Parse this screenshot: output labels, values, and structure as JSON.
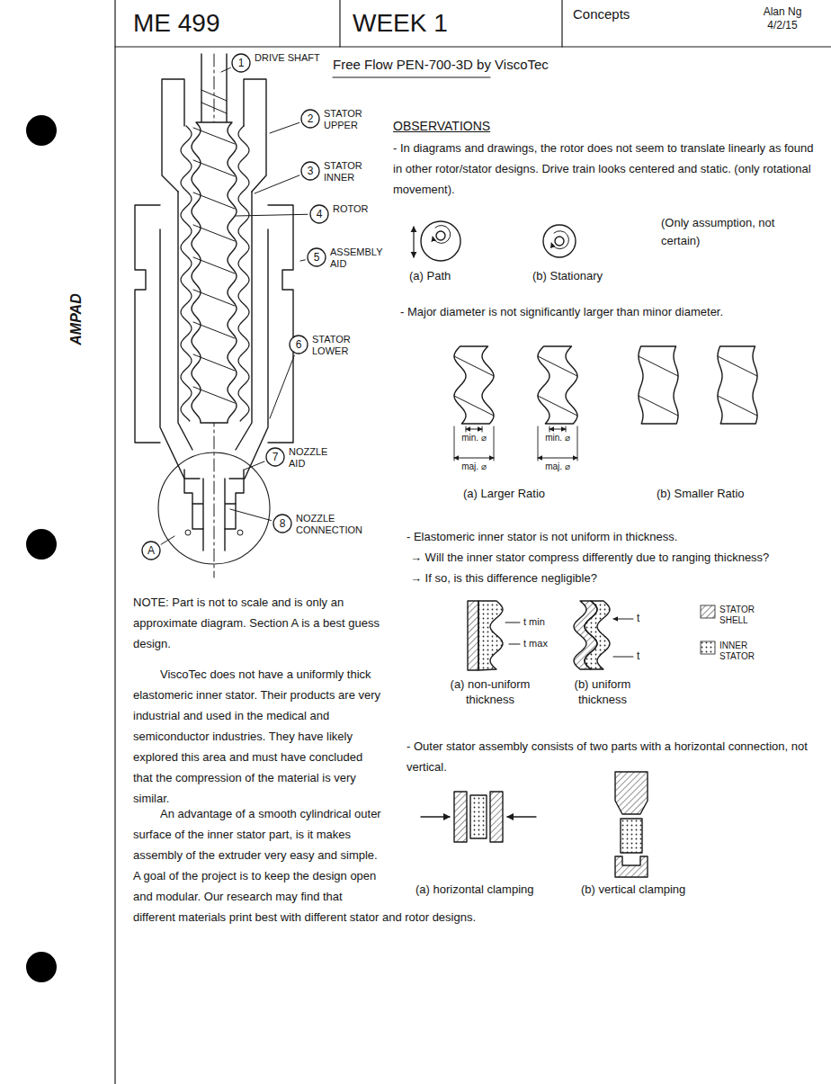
{
  "diagram": {
    "title": "Free Flow PEN-700-3D by ViscoTec",
    "nodes": [
      {
        "text": [
          "1",
          "DRIVE SHAFT"
        ]
      },
      {
        "text": [
          "2",
          "STATOR UPPER"
        ]
      },
      {
        "text": [
          "3",
          "STATOR INNER"
        ]
      },
      {
        "text": [
          "4",
          "ROTOR"
        ]
      },
      {
        "text": [
          "5",
          "ASSEMBLY AID"
        ]
      },
      {
        "text": [
          "6",
          "STATOR LOWER"
        ]
      },
      {
        "text": [
          "7",
          "NOZZLE AID"
        ]
      },
      {
        "text": [
          "8",
          "NOZZLE CONNECTION"
        ]
      },
      {
        "text": [
          "A"
        ]
      }
    ],
    "labels": [
      "ME 499",
      "WEEK 1",
      "Concepts",
      "Alan Ng 4/2/15",
      "AMPAD",
      "OBSERVATIONS",
      "- In diagrams and drawings, the rotor does not seem to translate linearly as found in other rotor/stator designs. Drive train looks centered and static. (only rotational movement).",
      "(a) Path",
      "(b) Stationary",
      "(Only assumption, not certain)",
      "- Major diameter is not significantly larger than minor diameter.",
      "min. ⌀",
      "maj. ⌀",
      "min. ⌀",
      "maj. ⌀",
      "(a) Larger Ratio",
      "(b) Smaller Ratio",
      "- Elastomeric inner stator is not uniform in thickness.",
      "→ Will the inner stator compress differently due to ranging thickness?",
      "→ If so, is this difference negligible?",
      "t min",
      "t max",
      "t",
      "t",
      "(a) non-uniform thickness",
      "(b) uniform thickness",
      "- Outer stator assembly consists of two parts with a horizontal connection, not vertical.",
      "(a) horizontal clamping",
      "(b) vertical clamping",
      "NOTE: Part is not to scale and is only an approximate diagram. Section A is a best guess design.",
      "ViscoTec does not have a uniformly thick elastomeric inner stator. Their products are very industrial and used in the medical and semiconductor industries. They have likely explored this area and must have concluded that the compression of the material is very similar.",
      "An advantage of a smooth cylindrical outer surface of the inner stator part, is it makes assembly of the extruder very easy and simple. A goal of the project is to keep the design open and modular. Our research may find that different materials print best with different stator and rotor designs."
    ],
    "legend": [
      {
        "text": "STATOR SHELL"
      },
      {
        "text": "INNER STATOR"
      }
    ]
  }
}
